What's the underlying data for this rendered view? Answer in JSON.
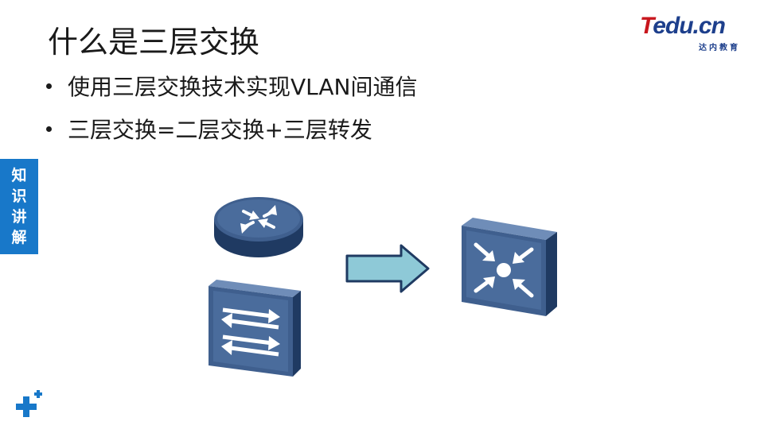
{
  "slide": {
    "title": "什么是三层交换",
    "bullets": [
      "使用三层交换技术实现VLAN间通信",
      "三层交换=二层交换+三层转发"
    ]
  },
  "logo": {
    "text_first": "T",
    "text_rest": "edu.cn",
    "subtitle": "达内教育"
  },
  "side_tab": {
    "chars": [
      "知",
      "识",
      "讲",
      "解"
    ]
  },
  "diagram": {
    "devices": [
      {
        "name": "router-icon"
      },
      {
        "name": "layer2-switch-icon"
      },
      {
        "name": "layer3-switch-icon"
      }
    ],
    "arrow_fill": "#8ec9d7",
    "device_color": "#3f5f8e"
  },
  "colors": {
    "accent_blue": "#1878c9",
    "logo_red": "#c8161d",
    "logo_blue": "#1d3f8c"
  }
}
